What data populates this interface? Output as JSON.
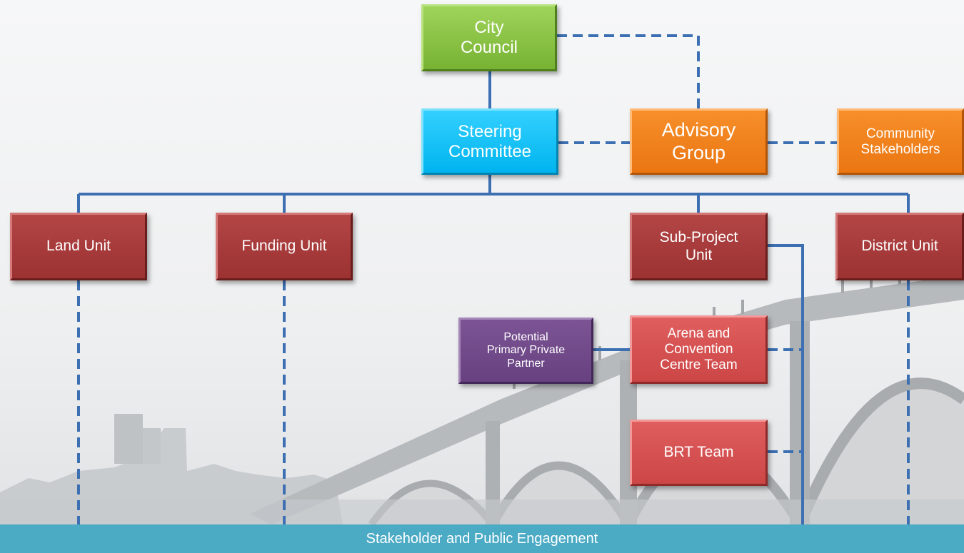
{
  "nodes": {
    "city_council": "City\nCouncil",
    "steering_committee": "Steering\nCommittee",
    "advisory_group": "Advisory\nGroup",
    "community_stakeholders": "Community\nStakeholders",
    "land_unit": "Land Unit",
    "funding_unit": "Funding Unit",
    "sub_project_unit": "Sub-Project\nUnit",
    "district_unit": "District Unit",
    "potential_partner": "Potential\nPrimary Private\nPartner",
    "arena_team": "Arena and\nConvention\nCentre Team",
    "brt_team": "BRT Team"
  },
  "banner": "Stakeholder and Public Engagement",
  "colors": {
    "connector": "#3d70b3",
    "council": "#8dc63f",
    "steering": "#1ec4f7",
    "advisory": "#f28322",
    "unit": "#a33a3a",
    "team": "#d65050",
    "partner": "#734a8c",
    "banner": "#4baac4"
  }
}
